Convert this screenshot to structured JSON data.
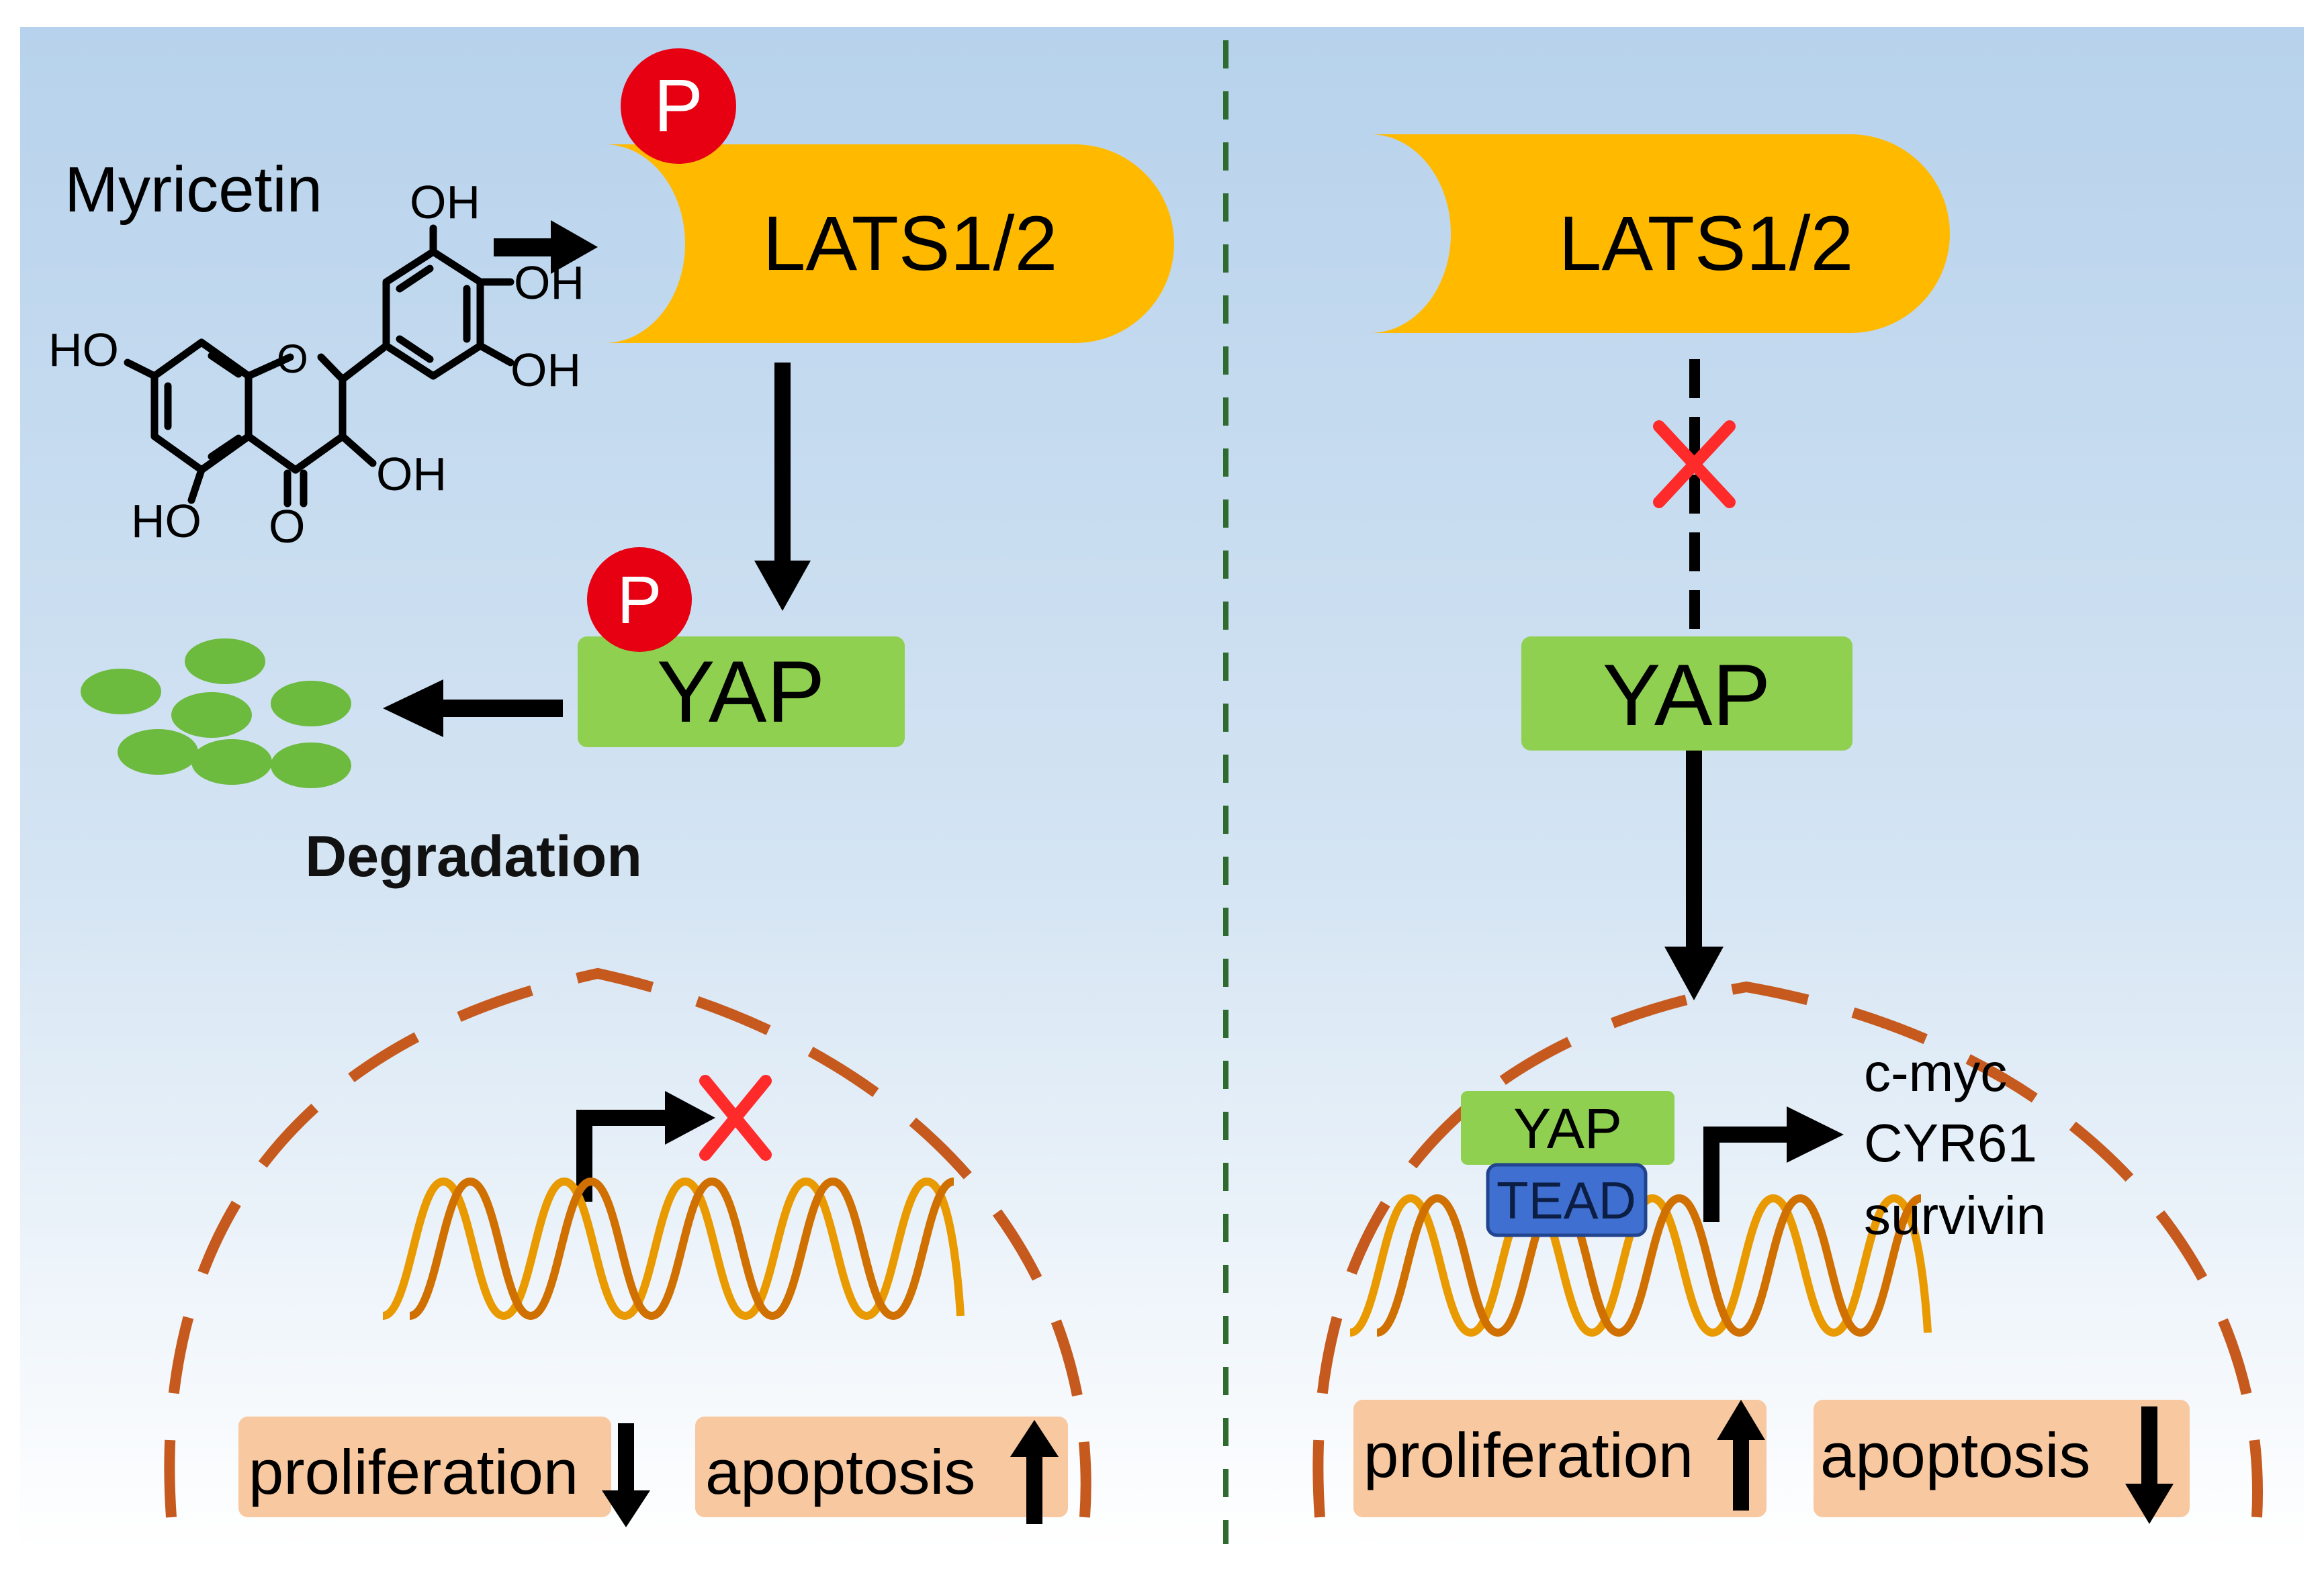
{
  "colors": {
    "lats_fill": "#ffba00",
    "yap_fill": "#8fd050",
    "tead_fill": "#3f6fd0",
    "phospho_fill": "#e60012",
    "degradation_fill": "#6cba3e",
    "membrane": "#c65a1e",
    "outcome_box": "#f8c8a0",
    "divider": "#2f6b2f",
    "cross": "#ff2a2a",
    "dna_strand": "#e89a00",
    "bg_top": "#b7d2ec",
    "bg_bottom": "#ffffff"
  },
  "left_panel": {
    "compound_label": "Myricetin",
    "structure_labels": {
      "oh_top": "OH",
      "oh_mid": "OH",
      "oh_ring_low": "OH",
      "oh_c3": "OH",
      "ho_left": "HO",
      "ho_bottom": "HO",
      "carbonyl_o": "O",
      "ring_o": "O"
    },
    "lats_label": "LATS1/2",
    "phospho_lats": "P",
    "yap_label": "YAP",
    "phospho_yap": "P",
    "degradation_label": "Degradation",
    "outcomes": [
      {
        "label": "proliferation",
        "direction": "down"
      },
      {
        "label": "apoptosis",
        "direction": "up"
      }
    ]
  },
  "right_panel": {
    "lats_label": "LATS1/2",
    "yap_label": "YAP",
    "nuclear_yap_label": "YAP",
    "tead_label": "TEAD",
    "target_genes": [
      "c-myc",
      "CYR61",
      "survivin"
    ],
    "outcomes": [
      {
        "label": "proliferation",
        "direction": "up"
      },
      {
        "label": "apoptosis",
        "direction": "down"
      }
    ]
  }
}
